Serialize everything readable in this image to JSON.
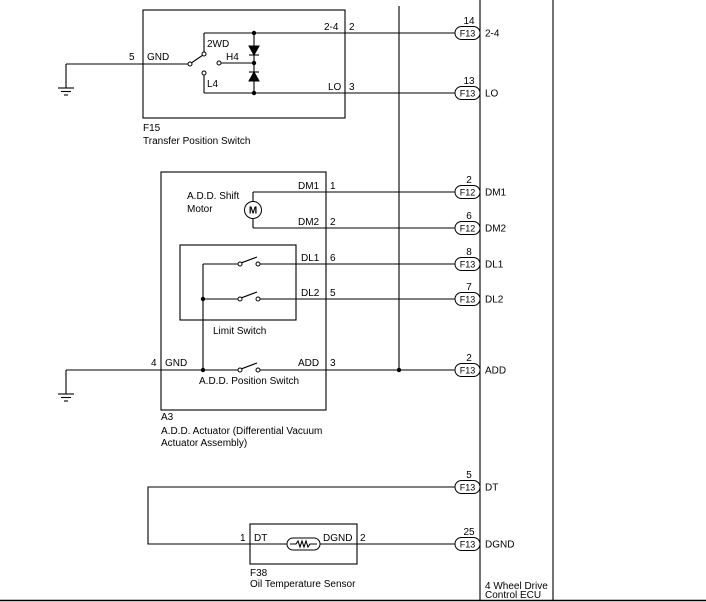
{
  "colors": {
    "line": "#000000",
    "background": "#ffffff"
  },
  "f15": {
    "ref": "F15",
    "name": "Transfer Position Switch",
    "gnd": {
      "pin": "5",
      "label": "GND"
    },
    "positions": {
      "two_wd": "2WD",
      "h4": "H4",
      "l4": "L4"
    },
    "pins": [
      {
        "label": "2-4",
        "num": "2"
      },
      {
        "label": "LO",
        "num": "3"
      }
    ]
  },
  "a3": {
    "ref": "A3",
    "name_lines": [
      "A.D.D. Actuator (Differential Vacuum",
      "Actuator Assembly)"
    ],
    "shift_motor": {
      "label_lines": [
        "A.D.D. Shift",
        "Motor"
      ],
      "symbol": "M"
    },
    "limit_switch_label": "Limit Switch",
    "position_switch_label": "A.D.D. Position Switch",
    "gnd": {
      "pin": "4",
      "label": "GND"
    },
    "pins": [
      {
        "label": "DM1",
        "num": "1"
      },
      {
        "label": "DM2",
        "num": "2"
      },
      {
        "label": "DL1",
        "num": "6"
      },
      {
        "label": "DL2",
        "num": "5"
      },
      {
        "label": "ADD",
        "num": "3"
      }
    ]
  },
  "f38": {
    "ref": "F38",
    "name": "Oil Temperature Sensor",
    "pins": [
      {
        "label": "DT",
        "num": "1"
      },
      {
        "label": "DGND",
        "num": "2"
      }
    ]
  },
  "ecu": {
    "name_lines": [
      "4 Wheel Drive",
      "Control ECU"
    ],
    "terminals": [
      {
        "pin": "14",
        "connector": "F13",
        "signal": "2-4"
      },
      {
        "pin": "13",
        "connector": "F13",
        "signal": "LO"
      },
      {
        "pin": "2",
        "connector": "F12",
        "signal": "DM1"
      },
      {
        "pin": "6",
        "connector": "F12",
        "signal": "DM2"
      },
      {
        "pin": "8",
        "connector": "F13",
        "signal": "DL1"
      },
      {
        "pin": "7",
        "connector": "F13",
        "signal": "DL2"
      },
      {
        "pin": "2",
        "connector": "F13",
        "signal": "ADD"
      },
      {
        "pin": "5",
        "connector": "F13",
        "signal": "DT"
      },
      {
        "pin": "25",
        "connector": "F13",
        "signal": "DGND"
      }
    ]
  }
}
